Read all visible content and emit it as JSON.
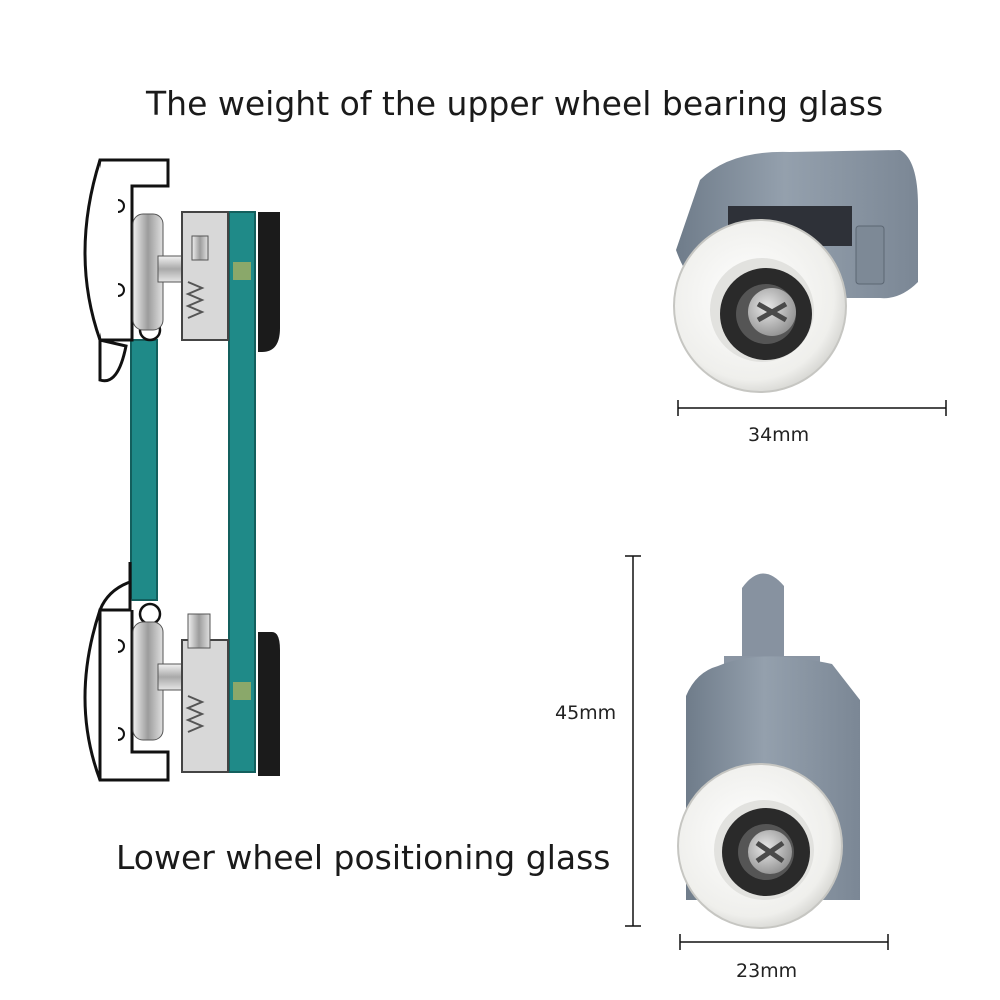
{
  "captions": {
    "top": "The weight of the upper wheel bearing glass",
    "bottom": "Lower wheel positioning glass"
  },
  "dimensions": {
    "upper_wheel_width": "34mm",
    "lower_wheel_height": "45mm",
    "lower_wheel_width": "23mm"
  },
  "colors": {
    "glass": "#1f8a88",
    "glass_edge": "#135f5d",
    "roller_body": "#8592a0",
    "wheel": "#f4f4f2",
    "bearing": "#2a2a2a",
    "rubber_pad": "#1b1b1b"
  }
}
